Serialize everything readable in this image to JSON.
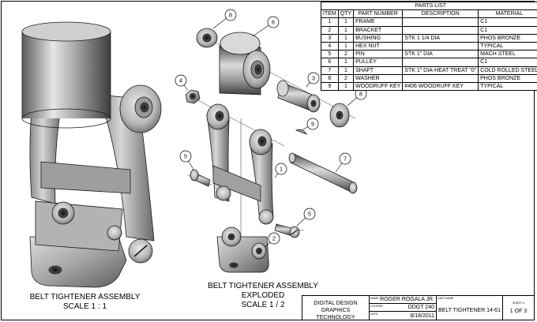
{
  "parts_list": {
    "title": "PARTS LIST",
    "headers": [
      "ITEM",
      "QTY",
      "PART NUMBER",
      "DESCRIPTION",
      "MATERIAL"
    ],
    "rows": [
      [
        "1",
        "1",
        "FRAME",
        "",
        "C1"
      ],
      [
        "2",
        "1",
        "BRACKET",
        "",
        "C1"
      ],
      [
        "3",
        "1",
        "BUSHING",
        "STK 1 1/4 DIA",
        "PHOS BRONZE"
      ],
      [
        "4",
        "1",
        "HEX NUT",
        "",
        "TYPICAL"
      ],
      [
        "5",
        "2",
        "PIN",
        "STK 1\" DIA",
        "MACH STEEL"
      ],
      [
        "6",
        "1",
        "PULLEY",
        "",
        "C1"
      ],
      [
        "7",
        "1",
        "SHAFT",
        "STK 1\" DIA-HEAT TREAT \"0\"",
        "COLD ROLLED STEEL"
      ],
      [
        "8",
        "2",
        "WASHER",
        "",
        "PHOS BRONZE"
      ],
      [
        "9",
        "1",
        "WOODRUFF KEY",
        "#406 WOODRUFF KEY",
        "TYPICAL"
      ]
    ]
  },
  "captions": {
    "assembly_line1": "BELT TIGHTENER ASSEMBLY",
    "assembly_line2": "SCALE 1 : 1",
    "exploded_line1": "BELT TIGHTENER ASSEMBLY EXPLODED",
    "exploded_line2": "SCALE 1 / 2"
  },
  "balloons": [
    "8",
    "6",
    "4",
    "3",
    "8",
    "9",
    "5",
    "1",
    "7",
    "5",
    "2"
  ],
  "title_block": {
    "school_line1": "DIGITAL DESIGN",
    "school_line2": "GRAPHICS TECHNOLOGY",
    "name_label": "NAME:",
    "name": "ROGER ROGALA JR.",
    "course_label": "COURSE:",
    "course": "DDGT 240",
    "date_label": "DATE:",
    "date": "8/18/2011",
    "dwg_label": "DWG NAME:",
    "dwg_name": "BELT TIGHTENER 14-61",
    "sheet_label": "SHEET #",
    "sheet": "1 OF 3"
  }
}
